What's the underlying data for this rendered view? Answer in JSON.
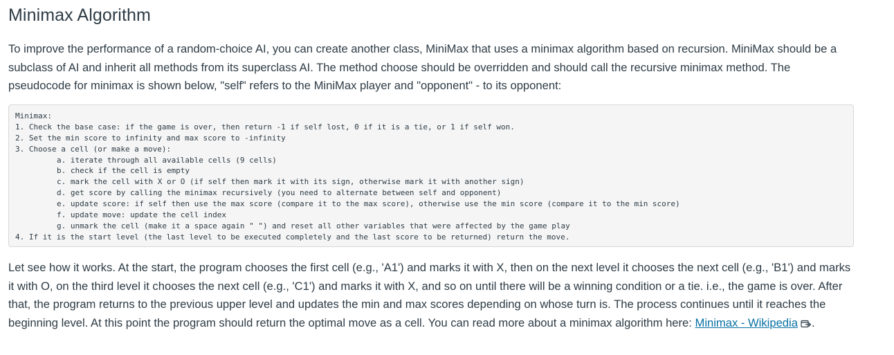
{
  "title": "Minimax Algorithm",
  "intro": "To improve the performance of a random-choice AI, you can create another class, MiniMax that uses a minimax algorithm based on recursion. MiniMax should be a subclass of AI and inherit all methods from its superclass AI. The method choose should be overridden and should call the recursive minimax method. The pseudocode for minimax is shown below, \"self\" refers to the MiniMax player and \"opponent\" - to its opponent:",
  "code": {
    "lines": [
      "Minimax:",
      "1. Check the base case: if the game is over, then return -1 if self lost, 0 if it is a tie, or 1 if self won.",
      "2. Set the min score to infinity and max score to -infinity",
      "3. Choose a cell (or make a move):",
      "a. iterate through all available cells (9 cells)",
      "b. check if the cell is empty",
      "c. mark the cell with X or O (if self then mark it with its sign, otherwise mark it with another sign)",
      "d. get score by calling the minimax recursively (you need to alternate between self and opponent)",
      "e. update score: if self then use the max score (compare it to the max score), otherwise use the min score (compare it to the min score)",
      "f. update move: update the cell index",
      "g. unmark the cell (make it a space again \" \") and reset all other variables that were affected by the game play",
      "4. If it is the start level (the last level to be executed completely and the last score to be returned) return the move."
    ]
  },
  "explain": "Let see how it works. At the start, the program chooses the first cell (e.g., 'A1') and marks it with X, then on the next level it chooses the next cell (e.g., 'B1') and marks it with O, on the third level it chooses the next cell (e.g., 'C1') and marks it with X, and so on until there will be a winning condition or a tie. i.e., the game is over. After that, the program returns to the previous upper level and updates the min and max scores depending on whose turn is. The process continues until it reaches the beginning level. At this point the program should return the optimal move as a cell. You can read more about a minimax algorithm here: ",
  "link": {
    "text": "Minimax - Wikipedia",
    "trailing": "."
  },
  "icons": {
    "external_link": "external-link-icon"
  },
  "colors": {
    "text": "#2d3b45",
    "link": "#0770a3",
    "code_background": "#f5f5f5",
    "code_border": "#d8d8d8"
  }
}
